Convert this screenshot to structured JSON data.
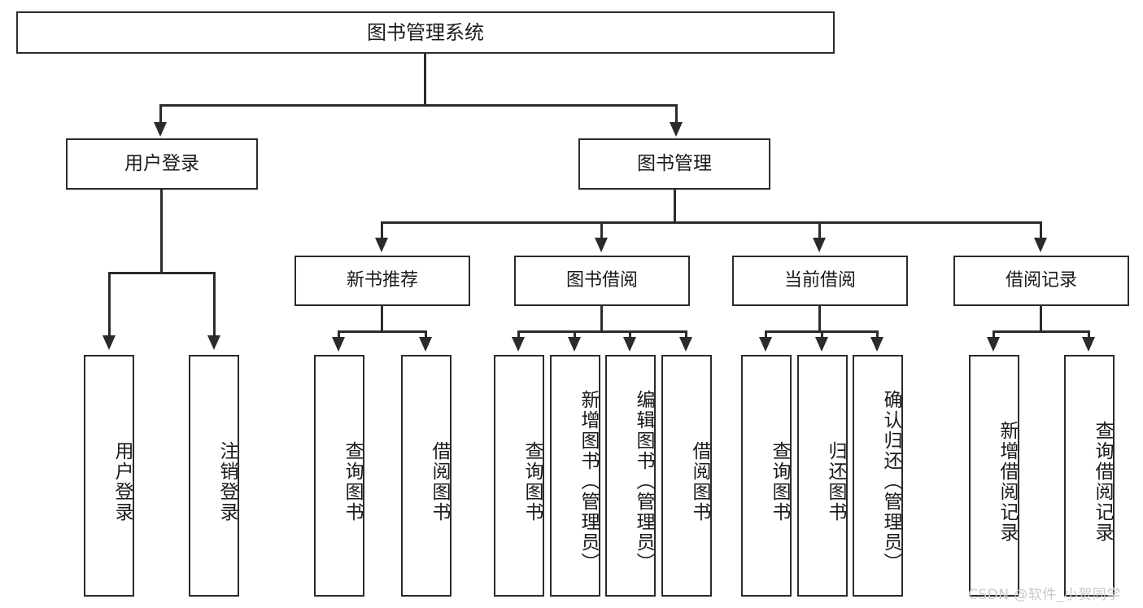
{
  "diagram": {
    "type": "tree",
    "title": "图书管理系统",
    "root": {
      "label": "图书管理系统"
    },
    "level1": [
      {
        "label": "用户登录"
      },
      {
        "label": "图书管理"
      }
    ],
    "level2": [
      {
        "label": "新书推荐"
      },
      {
        "label": "图书借阅"
      },
      {
        "label": "当前借阅"
      },
      {
        "label": "借阅记录"
      }
    ],
    "leaves": {
      "user_login": [
        {
          "label": "用户登录"
        },
        {
          "label": "注销登录"
        }
      ],
      "new_book_recommend": [
        {
          "label": "查询图书"
        },
        {
          "label": "借阅图书"
        }
      ],
      "book_borrow": [
        {
          "label": "查询图书"
        },
        {
          "label": "新增图书（管理员）"
        },
        {
          "label": "编辑图书（管理员）"
        },
        {
          "label": "借阅图书"
        }
      ],
      "current_borrow": [
        {
          "label": "查询图书"
        },
        {
          "label": "归还图书"
        },
        {
          "label": "确认归还（管理员）"
        }
      ],
      "borrow_record": [
        {
          "label": "新增借阅记录"
        },
        {
          "label": "查询借阅记录"
        }
      ]
    }
  },
  "watermark": {
    "text": "CSDN @软件_小贺同学"
  },
  "colors": {
    "box_border": "#2b2b2b",
    "line": "#2b2b2b",
    "text": "#1a1a1a",
    "background": "#ffffff",
    "watermark": "#c9c9c9"
  }
}
